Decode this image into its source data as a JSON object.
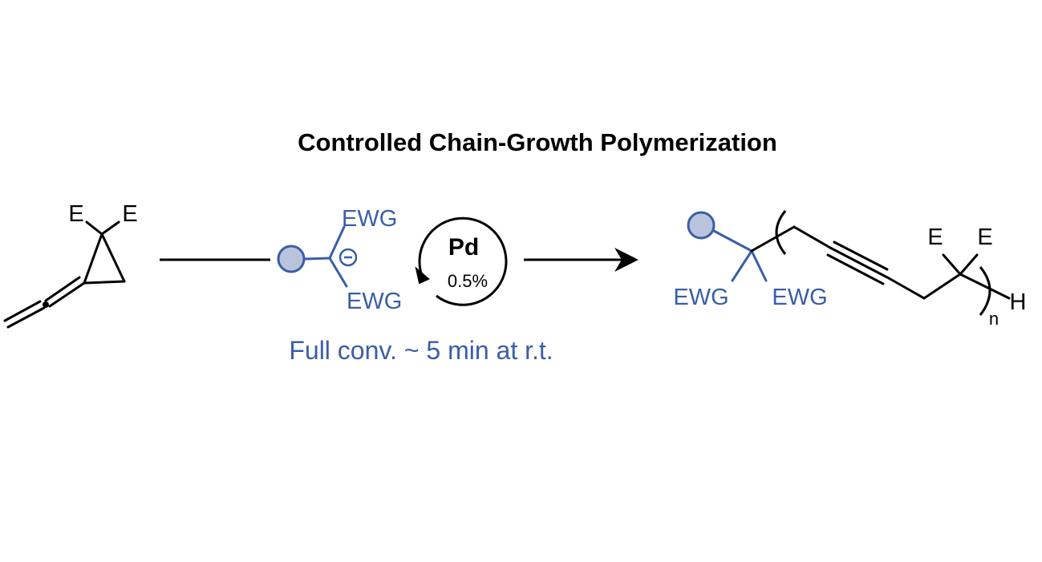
{
  "title": "Controlled Chain-Growth Polymerization",
  "monomer": {
    "substituent_1": "E",
    "substituent_2": "E"
  },
  "initiator": {
    "ewg_top": "EWG",
    "ewg_bottom": "EWG",
    "charge_symbol": "⊖"
  },
  "catalyst": {
    "metal": "Pd",
    "loading": "0.5%"
  },
  "condition": "Full conv. ~ 5 min at r.t.",
  "product": {
    "ewg_left": "EWG",
    "ewg_right": "EWG",
    "ester_1": "E",
    "ester_2": "E",
    "repeat_subscript": "n",
    "end_group": "H"
  },
  "colors": {
    "bond_black": "#000000",
    "accent_blue": "#3a5ea6",
    "bead_fill": "#b9c3dc"
  }
}
